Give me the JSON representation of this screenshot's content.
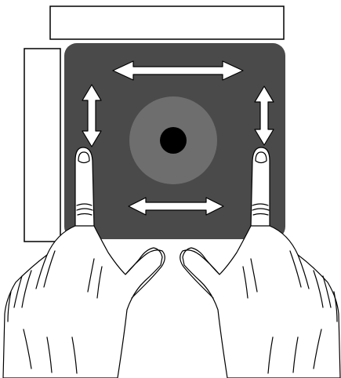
{
  "diagram": {
    "top_panel": {
      "fill": "#ffffff",
      "stroke": "#000000"
    },
    "side_panel": {
      "fill": "#ffffff",
      "stroke": "#000000"
    },
    "touch_surface": {
      "fill": "#4a4a4a"
    },
    "target": {
      "ring_color": "#6e6e6e",
      "center_color": "#000000"
    },
    "arrows": {
      "color": "#ffffff",
      "outline": "#000000",
      "items": [
        {
          "name": "top-horizontal-arrow",
          "direction": "horizontal"
        },
        {
          "name": "bottom-horizontal-arrow",
          "direction": "horizontal"
        },
        {
          "name": "left-vertical-arrow",
          "direction": "vertical"
        },
        {
          "name": "right-vertical-arrow",
          "direction": "vertical"
        }
      ]
    },
    "hands": {
      "stroke": "#000000",
      "fill": "#ffffff",
      "count": 2,
      "extended_finger": "index"
    }
  }
}
